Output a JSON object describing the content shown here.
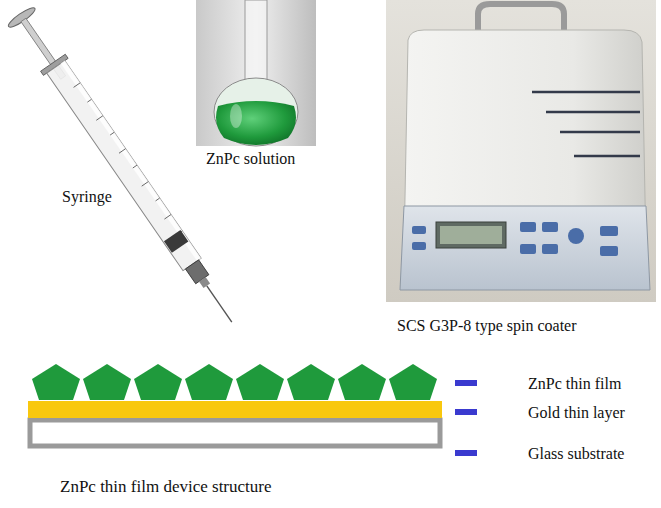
{
  "diagram": {
    "caption": "ZnPc thin film device structure",
    "labels": [
      "Syringe",
      "ZnPc solution",
      "SCS G3P-8 type spin coater"
    ],
    "legend": [
      {
        "text": "ZnPc thin film",
        "color": "#3a3acf"
      },
      {
        "text": "Gold thin layer",
        "color": "#3a3acf"
      },
      {
        "text": "Glass substrate",
        "color": "#3a3acf"
      }
    ]
  }
}
